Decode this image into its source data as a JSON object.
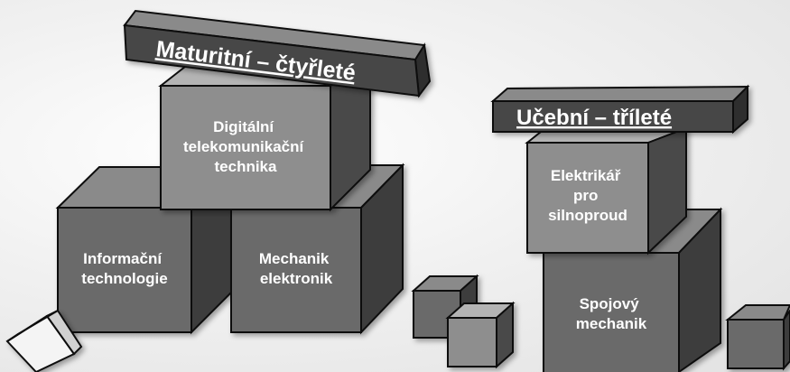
{
  "banners": {
    "maturitni": "Maturitní – čtyřleté",
    "ucebni": "Učební – tříleté"
  },
  "cubes": {
    "digitalni": [
      "Digitální",
      "telekomunikační",
      "technika"
    ],
    "informacni": [
      "Informační",
      "technologie"
    ],
    "mechanik_elektronik": [
      "Mechanik",
      "elektronik"
    ],
    "elektrikar": [
      "Elektrikář",
      "pro",
      "silnoproud"
    ],
    "spojovy": [
      "Spojový",
      "mechanik"
    ]
  },
  "colors": {
    "face_light": "#8c8c8c",
    "face_mid": "#6e6e6e",
    "face_dark": "#4e4e4e",
    "banner_face": "#474747",
    "banner_top": "#8a8a8a",
    "text": "#ffffff"
  }
}
